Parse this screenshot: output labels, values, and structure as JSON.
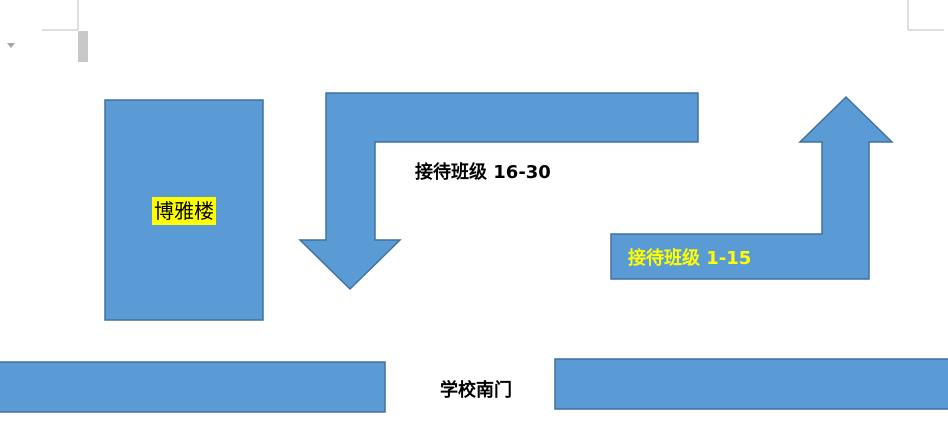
{
  "labels": {
    "building": "博雅楼",
    "reception_16_30": "接待班级 16-30",
    "reception_1_15": "接待班级 1-15",
    "south_gate": "学校南门"
  },
  "colors": {
    "shape_fill": "#5b9bd5",
    "shape_stroke": "#41719c",
    "highlight": "#ffff00",
    "yellow_text": "#ffff00",
    "dark_text": "#000000"
  }
}
